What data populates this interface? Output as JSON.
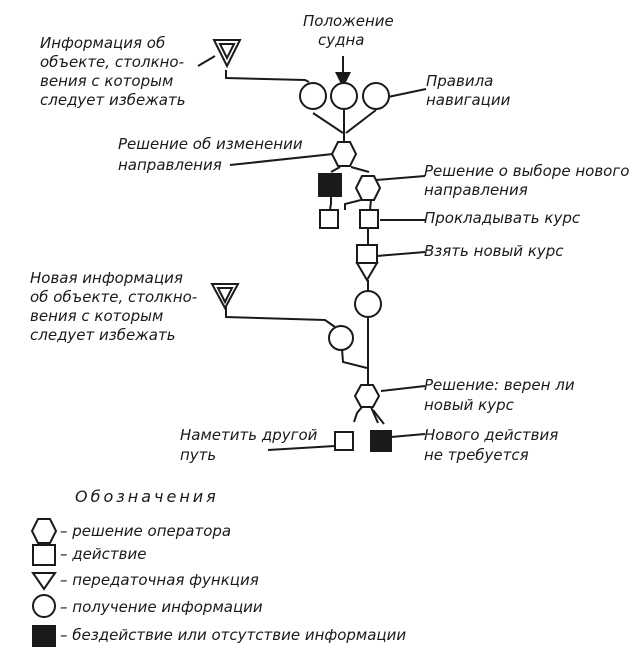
{
  "labels": {
    "obstacle_info": [
      "Информация об",
      "объекте, столкно-",
      "вения с которым",
      "следует избежать"
    ],
    "ship_position": [
      "Положение",
      "судна"
    ],
    "nav_rules": [
      "Правила",
      "навигации"
    ],
    "decision_change": [
      "Решение об изменении",
      "направления"
    ],
    "decision_new_dir": [
      "Решение о выборе нового",
      "направления"
    ],
    "plot_course": "Прокладывать курс",
    "take_course": "Взять новый курс",
    "new_obstacle_info": [
      "Новая информация",
      "об объекте, столкно-",
      "вения с которым",
      "следует избежать"
    ],
    "decision_correct": [
      "Решение: верен ли",
      "новый курс"
    ],
    "another_path": [
      "Наметить другой",
      "путь"
    ],
    "no_action": [
      "Нового действия",
      "не требуется"
    ]
  },
  "legend": {
    "title": "Обозначения",
    "items": [
      {
        "symbol": "hexagon",
        "text": "– решение оператора"
      },
      {
        "symbol": "square",
        "text": "– действие"
      },
      {
        "symbol": "triangle",
        "text": "– передаточная функция"
      },
      {
        "symbol": "circle",
        "text": "– получение информации"
      },
      {
        "symbol": "filled-square",
        "text": "– бездействие или отсутствие информации"
      }
    ]
  }
}
